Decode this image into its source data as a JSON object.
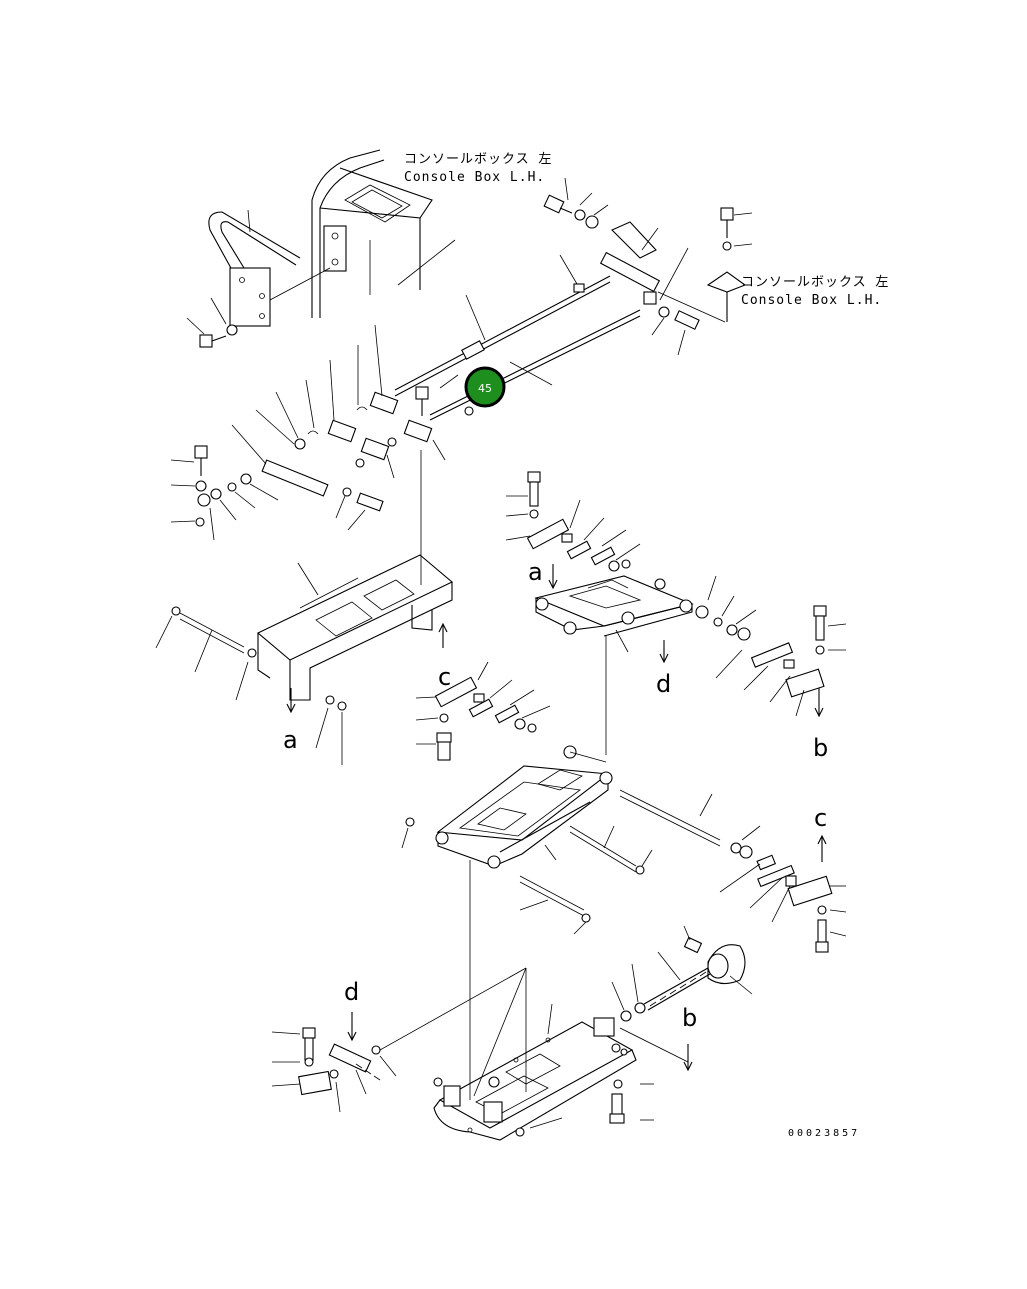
{
  "labels": {
    "console_box_jp": "コンソールボックス 左",
    "console_box_en": "Console Box L.H."
  },
  "callout": {
    "number": "45",
    "color": "#1e8f1e",
    "border_color": "#000000"
  },
  "reference_letters": {
    "a": "a",
    "b": "b",
    "c": "c",
    "d": "d"
  },
  "drawing_id": "00023857"
}
